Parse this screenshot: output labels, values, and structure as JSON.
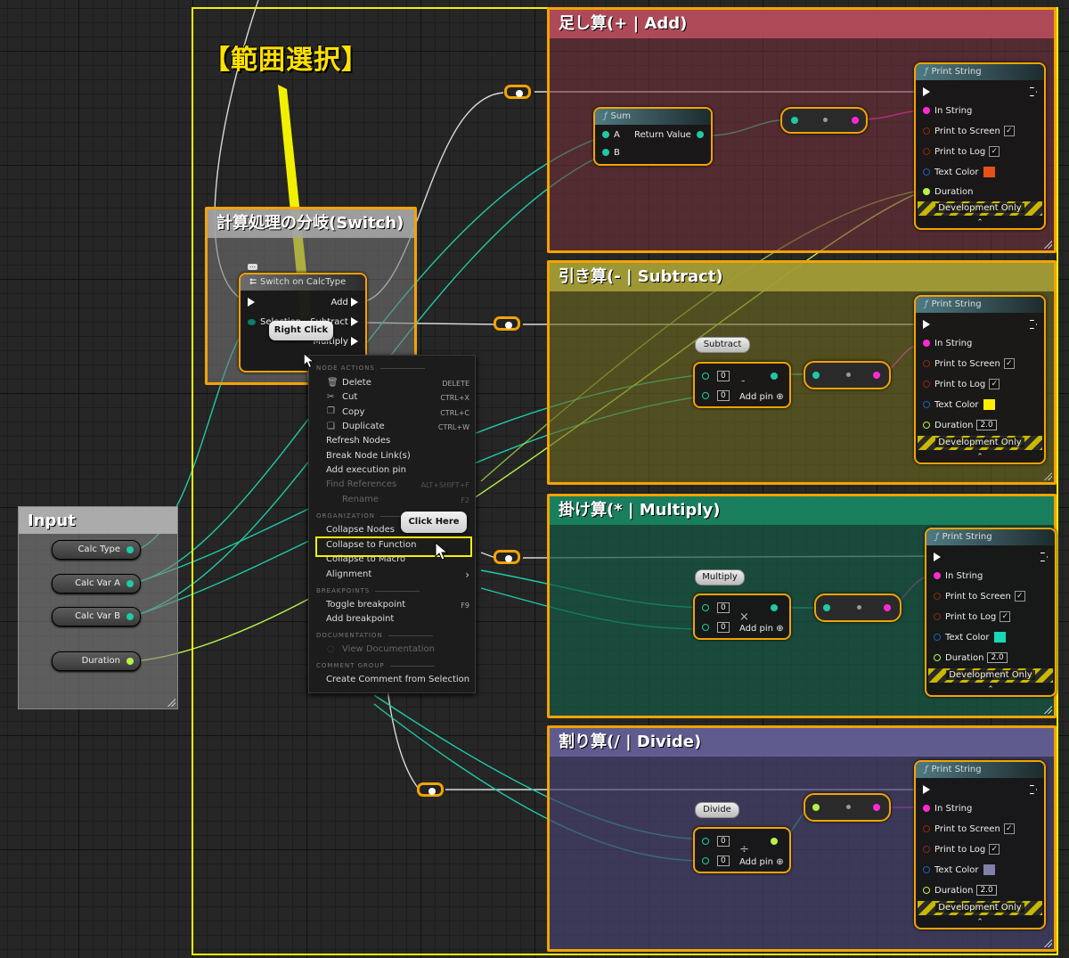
{
  "selection_label": "【範囲選択】",
  "comments": {
    "add": "足し算(+ | Add)",
    "subtract": "引き算(- | Subtract)",
    "multiply": "掛け算(* | Multiply)",
    "divide": "割り算(/ | Divide)",
    "switch": "計算処理の分岐(Switch)",
    "input": "Input"
  },
  "print_string": {
    "title": "Print String",
    "in_string": "In String",
    "print_to_screen": "Print to Screen",
    "print_to_log": "Print to Log",
    "text_color": "Text Color",
    "duration": "Duration",
    "duration_value": "2.0",
    "development_only": "Development Only",
    "check": "✓",
    "chevron": "⌃"
  },
  "sum_node": {
    "title": "Sum",
    "pin_a": "A",
    "pin_b": "B",
    "return_value": "Return Value"
  },
  "switch_node": {
    "title": "Switch on CalcType",
    "out_add": "Add",
    "selection": "Selection",
    "out_subtract": "Subtract",
    "out_multiply": "Multiply"
  },
  "math_nodes": {
    "subtract_label": "Subtract",
    "multiply_label": "Multiply",
    "divide_label": "Divide",
    "zero": "0",
    "add_pin": "Add pin",
    "sub_symbol": "-",
    "mul_symbol": "×",
    "div_symbol": "÷"
  },
  "input_vars": [
    "Calc Type",
    "Calc Var A",
    "Calc Var B",
    "Duration"
  ],
  "context_menu": {
    "node_actions": "NODE ACTIONS",
    "delete": "Delete",
    "delete_sc": "DELETE",
    "cut": "Cut",
    "cut_sc": "CTRL+X",
    "copy": "Copy",
    "copy_sc": "CTRL+C",
    "duplicate": "Duplicate",
    "duplicate_sc": "CTRL+W",
    "refresh": "Refresh Nodes",
    "break_links": "Break Node Link(s)",
    "add_exec": "Add execution pin",
    "find_refs": "Find References",
    "find_refs_sc": "ALT+SHIFT+F",
    "rename": "Rename",
    "rename_sc": "F2",
    "organization": "ORGANIZATION",
    "collapse_nodes": "Collapse Nodes",
    "collapse_fn": "Collapse to Function",
    "collapse_macro": "Collapse to Macro",
    "alignment": "Alignment",
    "breakpoints": "BREAKPOINTS",
    "toggle_bp": "Toggle breakpoint",
    "toggle_bp_sc": "F9",
    "add_bp": "Add breakpoint",
    "documentation": "DOCUMENTATION",
    "view_doc": "View Documentation",
    "comment_group": "COMMENT GROUP",
    "create_comment": "Create Comment from Selection"
  },
  "callouts": {
    "right_click": "Right Click",
    "click_here": "Click Here"
  },
  "colors": {
    "add_text": "#e8501a",
    "sub_text": "#ffee00",
    "mul_text": "#18d8b8",
    "div_text": "#8080a8",
    "accent": "#f5a300",
    "selection": "#f2f20a"
  }
}
